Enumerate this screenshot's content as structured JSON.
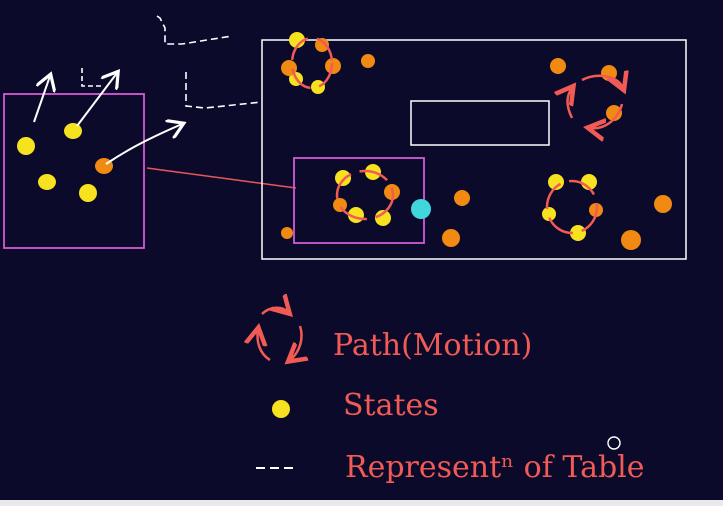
{
  "colors": {
    "background": "#0c0a2b",
    "state_yellow": "#f6e21f",
    "state_orange": "#f08a12",
    "target_cyan": "#3fd6dc",
    "path_red": "#f25a55",
    "frame_white": "#ffffff",
    "zoom_magenta": "#d25ad6",
    "connector_red": "#e8565a"
  },
  "legend": {
    "path_label": "Path(Motion)",
    "states_label": "States",
    "table_label": "Representⁿ of Table"
  },
  "icons": {
    "path_legend": "circular-arrows-icon",
    "states_legend": "yellow-dot-icon",
    "table_legend": "dashed-line-icon",
    "cursor": "circle-cursor-icon"
  }
}
